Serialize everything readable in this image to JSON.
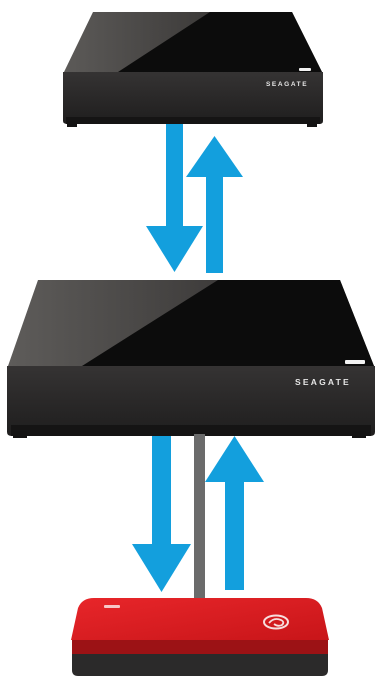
{
  "devices": {
    "top": {
      "brand": "SEAGATE",
      "kind": "nas"
    },
    "middle": {
      "brand": "SEAGATE",
      "kind": "nas"
    },
    "bottom": {
      "kind": "portable-drive"
    }
  },
  "colors": {
    "device_body": "#2a2828",
    "device_top": "#111111",
    "arrow": "#139fdd",
    "cable": "#6b6b6b",
    "drive_red": "#d3191c",
    "drive_red_dark": "#9c1215",
    "drive_base": "#2b2a2a"
  }
}
